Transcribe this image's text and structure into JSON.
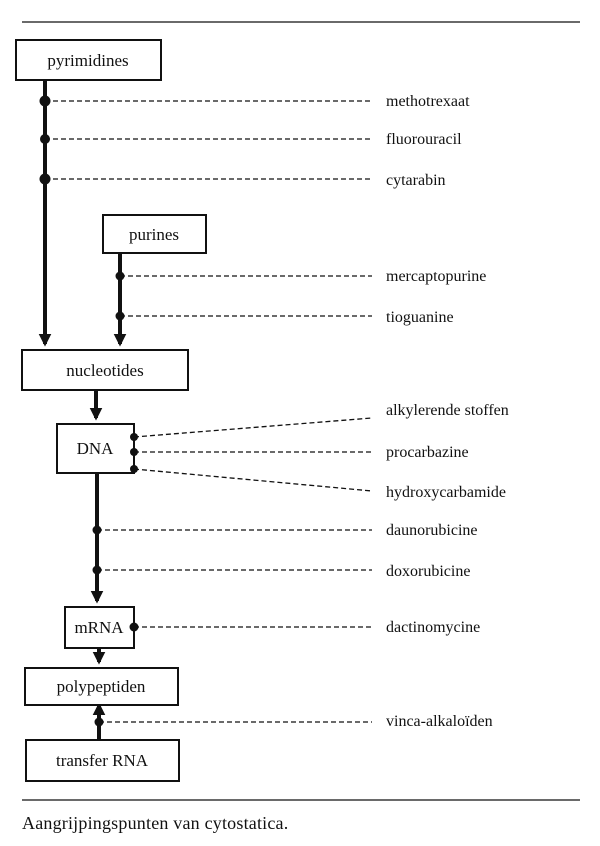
{
  "boxes": {
    "pyrimidines": "pyrimidines",
    "purines": "purines",
    "nucleotides": "nucleotides",
    "dna": "DNA",
    "mrna": "mRNA",
    "polypeptiden": "polypeptiden",
    "transfer_rna": "transfer RNA"
  },
  "drugs": {
    "methotrexaat": "methotrexaat",
    "fluorouracil": "fluorouracil",
    "cytarabin": "cytarabin",
    "mercaptopurine": "mercaptopurine",
    "tioguanine": "tioguanine",
    "alkylerende_stoffen": "alkylerende stoffen",
    "procarbazine": "procarbazine",
    "hydroxycarbamide": "hydroxycarbamide",
    "daunorubicine": "daunorubicine",
    "doxorubicine": "doxorubicine",
    "dactinomycine": "dactinomycine",
    "vinca_alkaloiden": "vinca-alkaloïden"
  },
  "caption": "Aangrijpingspunten van cytostatica."
}
